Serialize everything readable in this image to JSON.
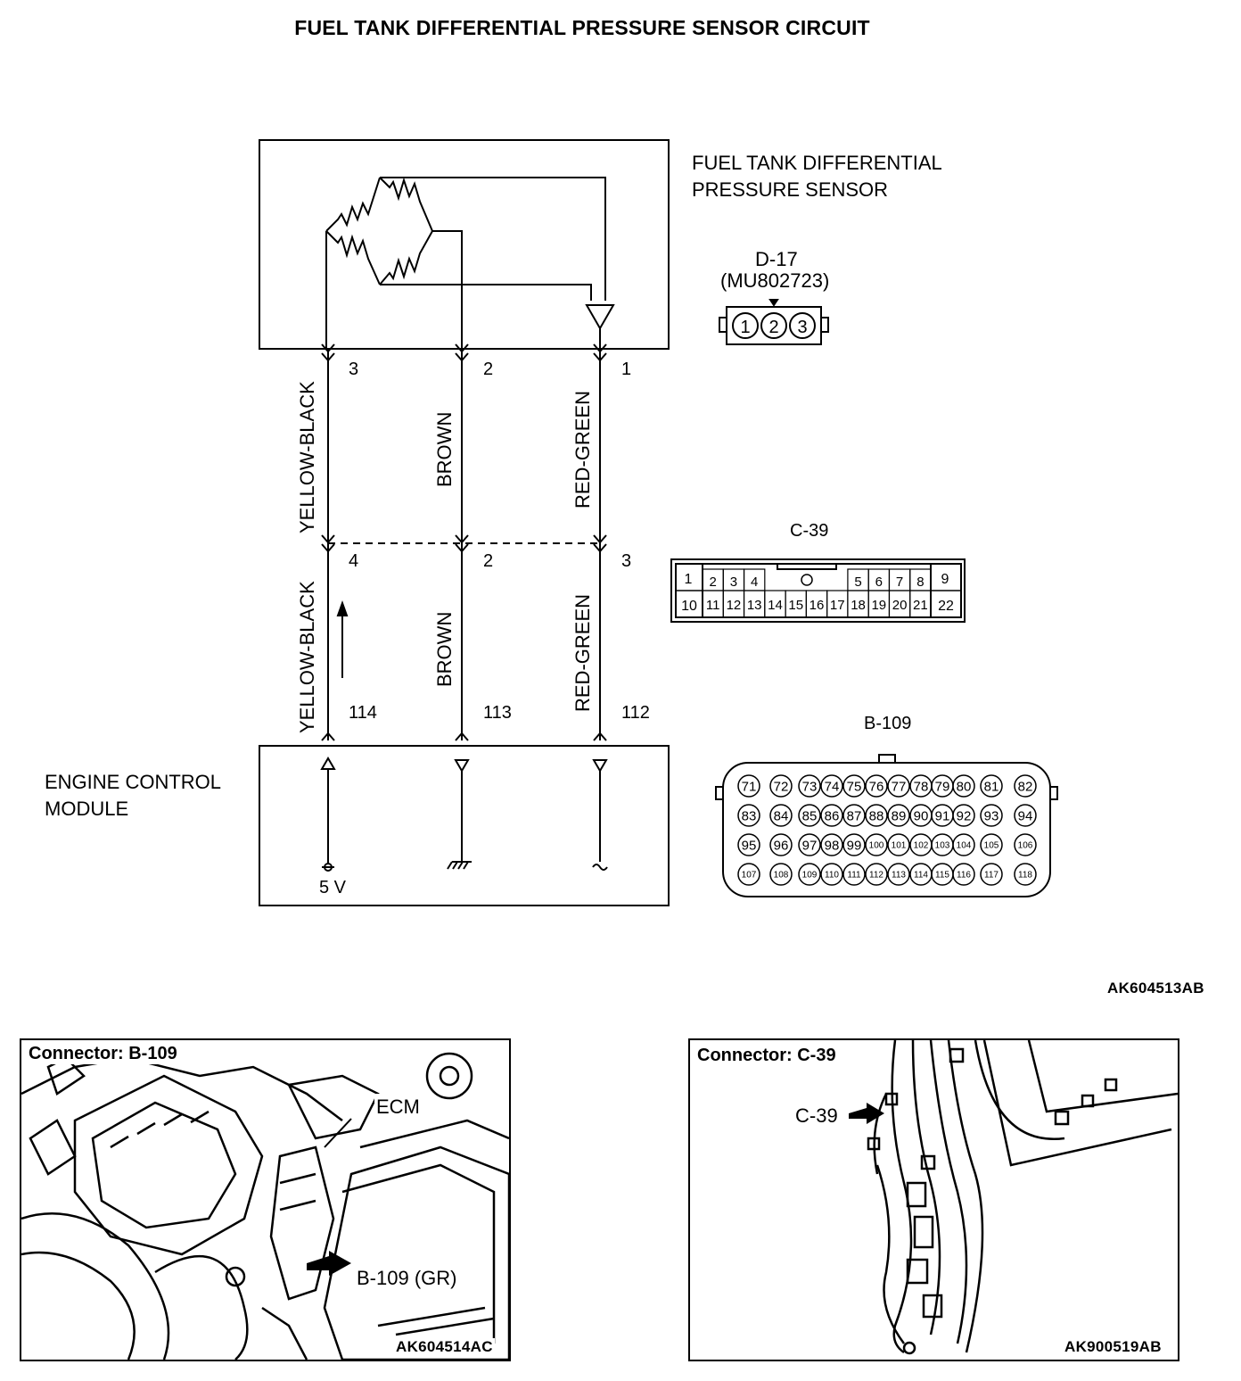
{
  "title": "FUEL TANK DIFFERENTIAL PRESSURE SENSOR CIRCUIT",
  "sensor": {
    "name_line1": "FUEL TANK DIFFERENTIAL",
    "name_line2": "PRESSURE SENSOR",
    "connector_id": "D-17",
    "part_number": "(MU802723)",
    "pins": [
      "1",
      "2",
      "3"
    ]
  },
  "ecm": {
    "name_line1": "ENGINE CONTROL",
    "name_line2": "MODULE",
    "supply": "5 V"
  },
  "wires": [
    {
      "color": "YELLOW-BLACK",
      "sensor_pin": "3",
      "c39_pin": "4",
      "ecm_pin": "114"
    },
    {
      "color": "BROWN",
      "sensor_pin": "2",
      "c39_pin": "2",
      "ecm_pin": "113"
    },
    {
      "color": "RED-GREEN",
      "sensor_pin": "1",
      "c39_pin": "3",
      "ecm_pin": "112"
    }
  ],
  "c39": {
    "id": "C-39",
    "top_row": [
      "1",
      "2",
      "3",
      "4",
      "5",
      "6",
      "7",
      "8",
      "9"
    ],
    "bottom_row": [
      "10",
      "11",
      "12",
      "13",
      "14",
      "15",
      "16",
      "17",
      "18",
      "19",
      "20",
      "21",
      "22"
    ]
  },
  "b109": {
    "id": "B-109",
    "rows": [
      [
        "71",
        "72",
        "73",
        "74",
        "75",
        "76",
        "77",
        "78",
        "79",
        "80",
        "81",
        "82"
      ],
      [
        "83",
        "84",
        "85",
        "86",
        "87",
        "88",
        "89",
        "90",
        "91",
        "92",
        "93",
        "94"
      ],
      [
        "95",
        "96",
        "97",
        "98",
        "99",
        "100",
        "101",
        "102",
        "103",
        "104",
        "105",
        "106"
      ],
      [
        "107",
        "108",
        "109",
        "110",
        "111",
        "112",
        "113",
        "114",
        "115",
        "116",
        "117",
        "118"
      ]
    ]
  },
  "figure_code_main": "AK604513AB",
  "photo_left": {
    "title": "Connector: B-109",
    "label_ecm": "ECM",
    "label_connector": "B-109 (GR)",
    "code": "AK604514AC"
  },
  "photo_right": {
    "title": "Connector: C-39",
    "label_connector": "C-39",
    "code": "AK900519AB"
  }
}
